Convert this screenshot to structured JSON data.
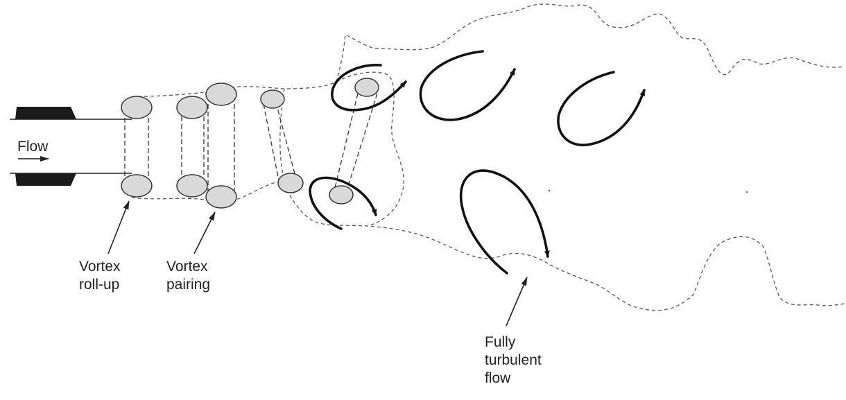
{
  "labels": {
    "flow": "Flow",
    "vortex_rollup": [
      "Vortex",
      "roll-up"
    ],
    "vortex_pairing": [
      "Vortex",
      "pairing"
    ],
    "fully_turbulent": [
      "Fully",
      "turbulent",
      "flow"
    ]
  },
  "colors": {
    "line": "#111111",
    "dash": "#555555",
    "vortex_fill": "#d9d9d9",
    "nozzle": "#1a1a1a"
  }
}
